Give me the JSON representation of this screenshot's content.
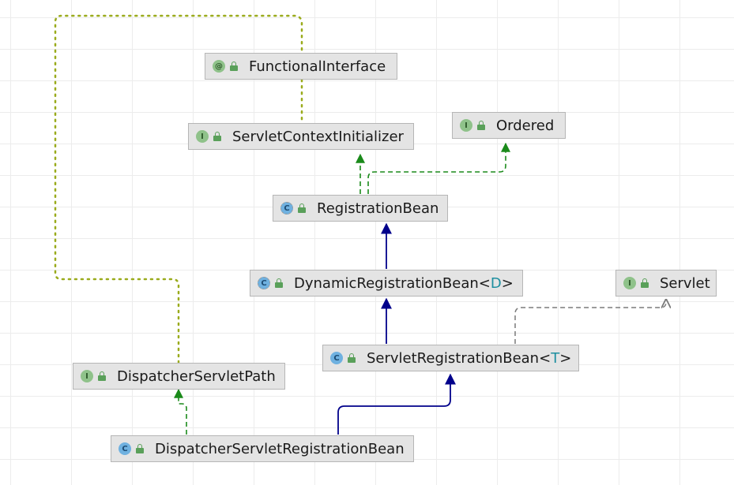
{
  "diagram": {
    "nodes": {
      "functional_interface": {
        "name": "FunctionalInterface",
        "kind": "annotation",
        "badge": "@"
      },
      "servlet_context_initializer": {
        "name": "ServletContextInitializer",
        "kind": "interface",
        "badge": "I"
      },
      "ordered": {
        "name": "Ordered",
        "kind": "interface",
        "badge": "I"
      },
      "registration_bean": {
        "name": "RegistrationBean",
        "kind": "abstract-class",
        "badge": "C"
      },
      "dynamic_registration_bean": {
        "name": "DynamicRegistrationBean",
        "type_param": "D",
        "kind": "abstract-class",
        "badge": "C"
      },
      "servlet": {
        "name": "Servlet",
        "kind": "interface",
        "badge": "I"
      },
      "servlet_registration_bean": {
        "name": "ServletRegistrationBean",
        "type_param": "T",
        "kind": "class",
        "badge": "C"
      },
      "dispatcher_servlet_path": {
        "name": "DispatcherServletPath",
        "kind": "interface",
        "badge": "I"
      },
      "dispatcher_servlet_registration_bean": {
        "name": "DispatcherServletRegistrationBean",
        "kind": "class",
        "badge": "C"
      }
    },
    "edges": [
      {
        "from": "dispatcher_servlet_path",
        "to": "functional_interface",
        "kind": "annotated-with"
      },
      {
        "from": "servlet_context_initializer",
        "to": "functional_interface",
        "kind": "annotated-with"
      },
      {
        "from": "registration_bean",
        "to": "servlet_context_initializer",
        "kind": "implements"
      },
      {
        "from": "registration_bean",
        "to": "ordered",
        "kind": "implements"
      },
      {
        "from": "dynamic_registration_bean",
        "to": "registration_bean",
        "kind": "extends"
      },
      {
        "from": "servlet_registration_bean",
        "to": "dynamic_registration_bean",
        "kind": "extends"
      },
      {
        "from": "servlet_registration_bean",
        "to": "servlet",
        "kind": "depends-on"
      },
      {
        "from": "dispatcher_servlet_registration_bean",
        "to": "servlet_registration_bean",
        "kind": "extends"
      },
      {
        "from": "dispatcher_servlet_registration_bean",
        "to": "dispatcher_servlet_path",
        "kind": "implements"
      }
    ],
    "colors": {
      "extends": "#00008b",
      "implements": "#1a8a1a",
      "annotated_with": "#9aab1c",
      "depends_on": "#7a7a7a",
      "node_fill": "#e4e4e4",
      "node_border": "#b6b6b6"
    }
  }
}
